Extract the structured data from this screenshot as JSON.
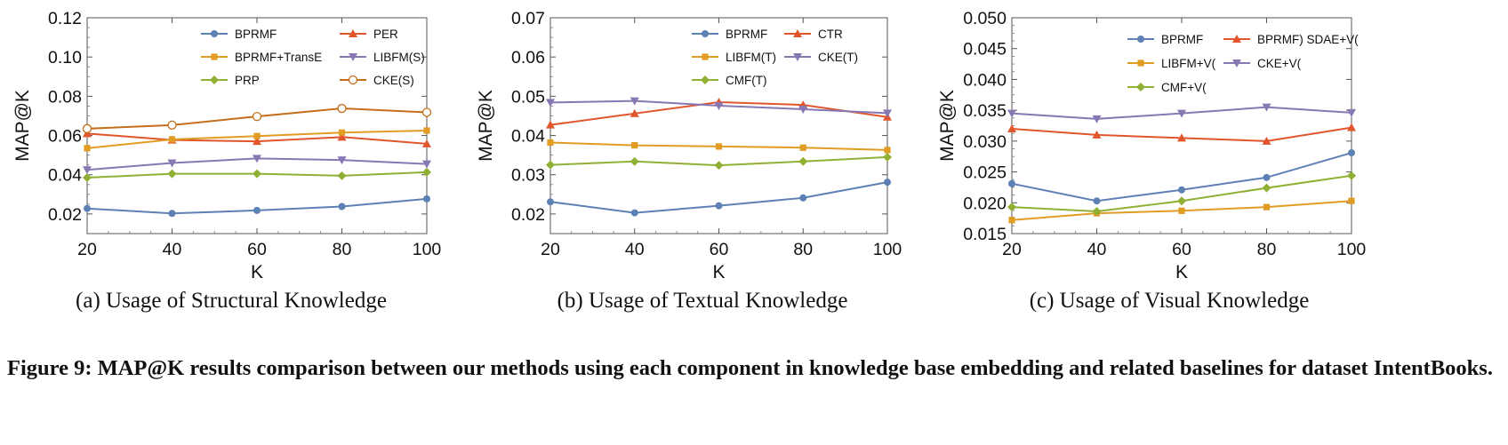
{
  "chart_data": [
    {
      "type": "line",
      "xlabel": "K",
      "ylabel": "MAP@K",
      "x": [
        20,
        40,
        60,
        80,
        100
      ],
      "xlim": [
        20,
        100
      ],
      "ylim": [
        0.01,
        0.12
      ],
      "yticks": [
        "0.02",
        "0.04",
        "0.06",
        "0.08",
        "0.10",
        "0.12"
      ],
      "yticks_values": [
        0.02,
        0.04,
        0.06,
        0.08,
        0.1,
        0.12
      ],
      "xticks": [
        "20",
        "40",
        "60",
        "80",
        "100"
      ],
      "caption": "(a)  Usage of Structural Knowledge",
      "legend_placement": "top-right",
      "series": [
        {
          "name": "BPRMF",
          "color": "#5e81b5",
          "marker": "circle",
          "values": [
            0.0228,
            0.0203,
            0.0218,
            0.0238,
            0.0277
          ]
        },
        {
          "name": "PER",
          "color": "#e1562c",
          "marker": "triangle",
          "values": [
            0.061,
            0.0577,
            0.057,
            0.0592,
            0.0558
          ]
        },
        {
          "name": "BPRMF+TransE",
          "color": "#e19c24",
          "marker": "square",
          "values": [
            0.0535,
            0.058,
            0.0597,
            0.0615,
            0.0625
          ]
        },
        {
          "name": "LIBFM(S)",
          "color": "#8778b3",
          "marker": "triangle-down",
          "values": [
            0.0425,
            0.046,
            0.0483,
            0.0475,
            0.0455
          ]
        },
        {
          "name": "PRP",
          "color": "#8fb032",
          "marker": "diamond",
          "values": [
            0.0385,
            0.0405,
            0.0405,
            0.0395,
            0.0413
          ]
        },
        {
          "name": "CKE(S)",
          "color": "#c56e1a",
          "marker": "open-circle",
          "values": [
            0.0635,
            0.0653,
            0.0697,
            0.0738,
            0.0718
          ]
        }
      ]
    },
    {
      "type": "line",
      "xlabel": "K",
      "ylabel": "MAP@K",
      "x": [
        20,
        40,
        60,
        80,
        100
      ],
      "xlim": [
        20,
        100
      ],
      "ylim": [
        0.015,
        0.07
      ],
      "yticks": [
        "0.02",
        "0.03",
        "0.04",
        "0.05",
        "0.06",
        "0.07"
      ],
      "yticks_values": [
        0.02,
        0.03,
        0.04,
        0.05,
        0.06,
        0.07
      ],
      "xticks": [
        "20",
        "40",
        "60",
        "80",
        "100"
      ],
      "caption": "(b)  Usage of Textual Knowledge",
      "legend_placement": "top-right",
      "series": [
        {
          "name": "BPRMF",
          "color": "#5e81b5",
          "marker": "circle",
          "values": [
            0.0231,
            0.0203,
            0.0221,
            0.0241,
            0.0281
          ]
        },
        {
          "name": "CTR",
          "color": "#e1562c",
          "marker": "triangle",
          "values": [
            0.0427,
            0.0456,
            0.0485,
            0.0478,
            0.0447
          ]
        },
        {
          "name": "LIBFM(T)",
          "color": "#e19c24",
          "marker": "square",
          "values": [
            0.0382,
            0.0375,
            0.0372,
            0.0369,
            0.0363
          ]
        },
        {
          "name": "CKE(T)",
          "color": "#8778b3",
          "marker": "triangle-down",
          "values": [
            0.0484,
            0.0488,
            0.0476,
            0.0467,
            0.0457
          ]
        },
        {
          "name": "CMF(T)",
          "color": "#8fb032",
          "marker": "diamond",
          "values": [
            0.0325,
            0.0334,
            0.0324,
            0.0334,
            0.0345
          ]
        }
      ]
    },
    {
      "type": "line",
      "xlabel": "K",
      "ylabel": "MAP@K",
      "x": [
        20,
        40,
        60,
        80,
        100
      ],
      "xlim": [
        20,
        100
      ],
      "ylim": [
        0.015,
        0.05
      ],
      "yticks": [
        "0.015",
        "0.020",
        "0.025",
        "0.030",
        "0.035",
        "0.040",
        "0.045",
        "0.050"
      ],
      "yticks_values": [
        0.015,
        0.02,
        0.025,
        0.03,
        0.035,
        0.04,
        0.045,
        0.05
      ],
      "xticks": [
        "20",
        "40",
        "60",
        "80",
        "100"
      ],
      "caption": "(c)  Usage of Visual Knowledge",
      "legend_placement": "top-right",
      "series": [
        {
          "name": "BPRMF",
          "color": "#5e81b5",
          "marker": "circle",
          "values": [
            0.0231,
            0.0203,
            0.0221,
            0.0241,
            0.0281
          ]
        },
        {
          "name": "BPRMF) SDAE+V(",
          "color": "#e1562c",
          "marker": "triangle",
          "values": [
            0.032,
            0.031,
            0.0305,
            0.03,
            0.0322
          ]
        },
        {
          "name": "LIBFM+V(",
          "color": "#e19c24",
          "marker": "square",
          "values": [
            0.0172,
            0.0183,
            0.0187,
            0.0193,
            0.0203
          ]
        },
        {
          "name": "CKE+V(",
          "color": "#8778b3",
          "marker": "triangle-down",
          "values": [
            0.0345,
            0.0336,
            0.0345,
            0.0355,
            0.0346
          ]
        },
        {
          "name": "CMF+V(",
          "color": "#8fb032",
          "marker": "diamond",
          "values": [
            0.0193,
            0.0186,
            0.0203,
            0.0224,
            0.0244
          ]
        }
      ]
    }
  ],
  "figure_caption": "Figure 9:  MAP@K results comparison between our methods using each component in knowledge base embedding and related baselines for dataset IntentBooks."
}
